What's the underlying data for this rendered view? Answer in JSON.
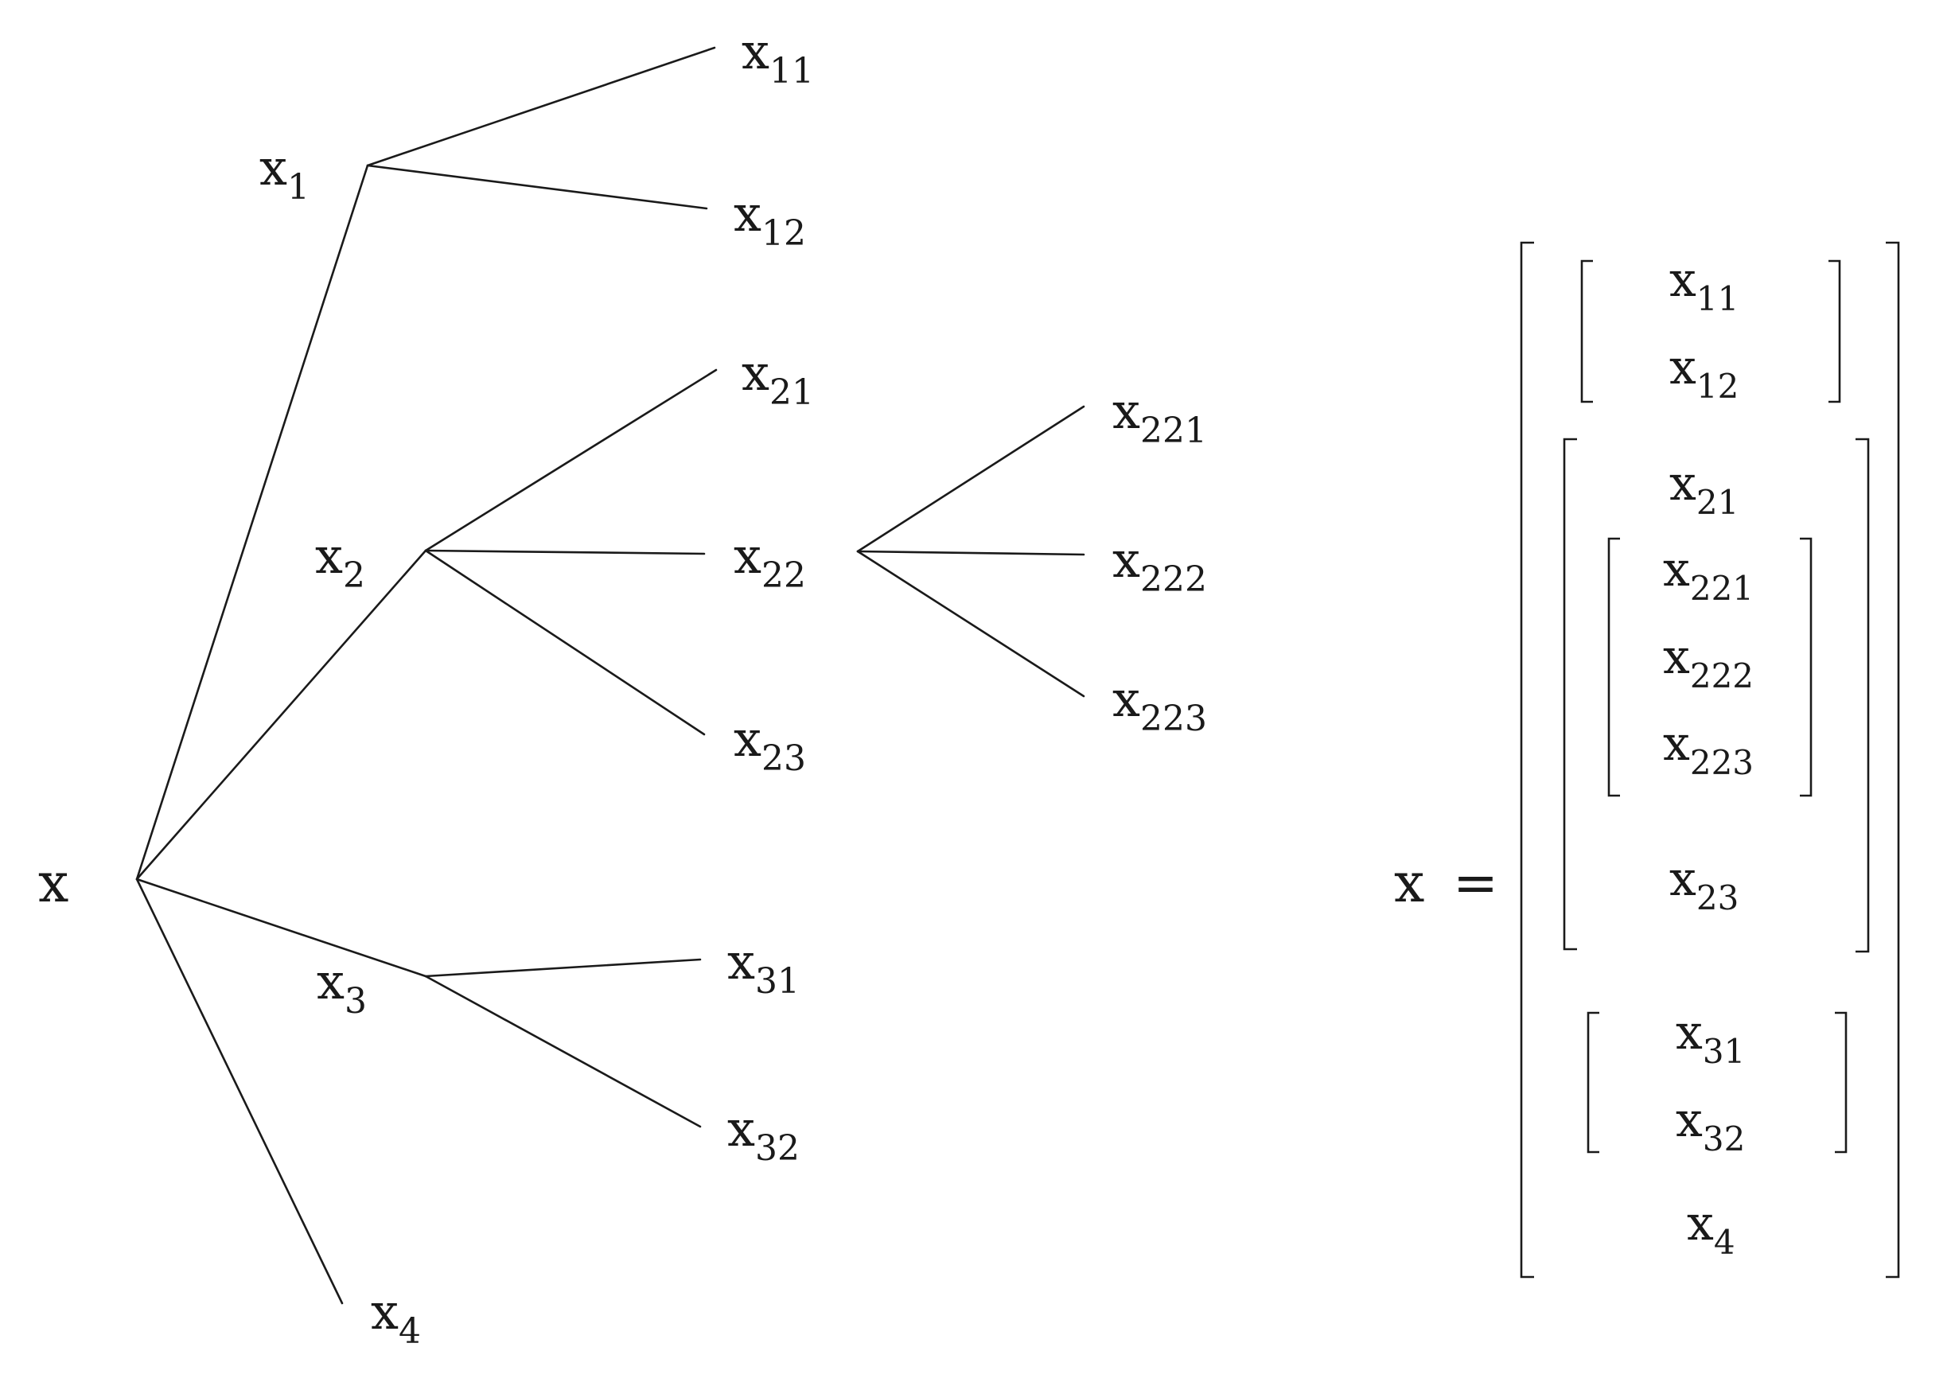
{
  "tree": {
    "root": {
      "base": "x",
      "sub": ""
    },
    "level1": [
      {
        "base": "x",
        "sub": "1"
      },
      {
        "base": "x",
        "sub": "2"
      },
      {
        "base": "x",
        "sub": "3"
      },
      {
        "base": "x",
        "sub": "4"
      }
    ],
    "level2": [
      {
        "base": "x",
        "sub": "11"
      },
      {
        "base": "x",
        "sub": "12"
      },
      {
        "base": "x",
        "sub": "21"
      },
      {
        "base": "x",
        "sub": "22"
      },
      {
        "base": "x",
        "sub": "23"
      },
      {
        "base": "x",
        "sub": "31"
      },
      {
        "base": "x",
        "sub": "32"
      }
    ],
    "level3": [
      {
        "base": "x",
        "sub": "221"
      },
      {
        "base": "x",
        "sub": "222"
      },
      {
        "base": "x",
        "sub": "223"
      }
    ]
  },
  "equation": {
    "lhs": "x",
    "equals": "=",
    "entries": [
      {
        "base": "x",
        "sub": "11"
      },
      {
        "base": "x",
        "sub": "12"
      },
      {
        "base": "x",
        "sub": "21"
      },
      {
        "base": "x",
        "sub": "221"
      },
      {
        "base": "x",
        "sub": "222"
      },
      {
        "base": "x",
        "sub": "223"
      },
      {
        "base": "x",
        "sub": "23"
      },
      {
        "base": "x",
        "sub": "31"
      },
      {
        "base": "x",
        "sub": "32"
      },
      {
        "base": "x",
        "sub": "4"
      }
    ]
  }
}
